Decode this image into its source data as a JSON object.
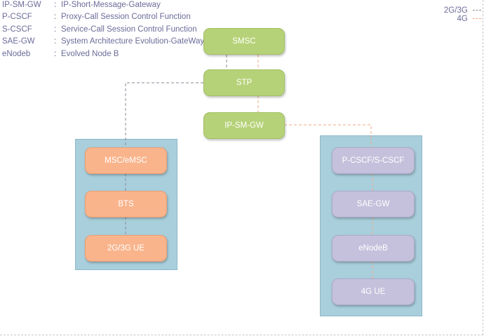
{
  "glossary": [
    {
      "abbr": "IP-SM-GW",
      "full": "IP-Short-Message-Gateway"
    },
    {
      "abbr": "P-CSCF",
      "full": "Proxy-Call Session Control Function"
    },
    {
      "abbr": "S-CSCF",
      "full": "Service-Call Session Control Function"
    },
    {
      "abbr": "SAE-GW",
      "full": "System Architecture Evolution-GateWay"
    },
    {
      "abbr": "eNodeb",
      "full": "Evolved Node B"
    }
  ],
  "legend": {
    "items": [
      {
        "label": "2G/3G",
        "color": "#8a8a9a"
      },
      {
        "label": "4G",
        "color": "#f2a984"
      }
    ]
  },
  "core": {
    "smsc": "SMSC",
    "stp": "STP",
    "ipsmgw": "IP-SM-GW"
  },
  "legacy_network": {
    "nodes": [
      "MSC/eMSC",
      "BTS",
      "2G/3G UE"
    ]
  },
  "lte_network": {
    "nodes": [
      "P-CSCF/S-CSCF",
      "SAE-GW",
      "eNodeB",
      "4G UE"
    ]
  },
  "colors": {
    "core_node": "#b6d278",
    "legacy_node": "#f9b48c",
    "lte_node": "#c5c1dc",
    "panel": "#a9cfdc",
    "link_2g3g": "#8a8a9a",
    "link_4g": "#f2a984"
  }
}
